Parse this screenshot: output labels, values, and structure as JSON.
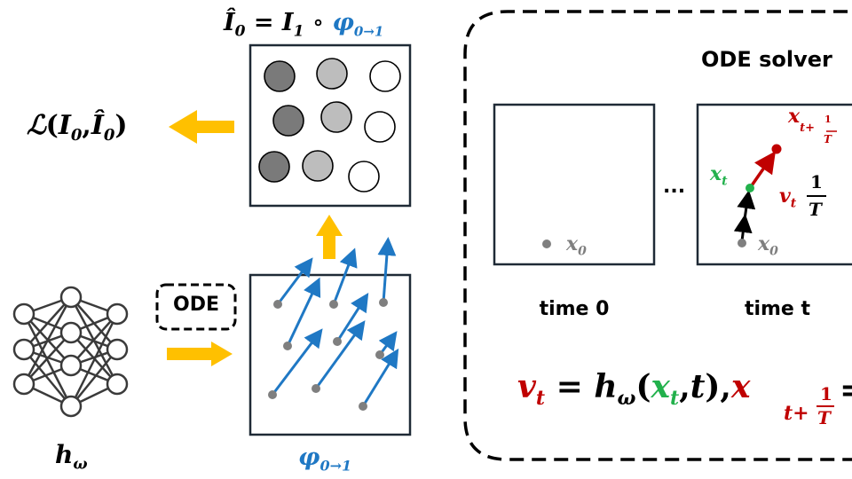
{
  "top_formula": {
    "lhs": "Î",
    "lhs_sub": "0",
    "eq": "=",
    "rhs": "I",
    "rhs_sub": "1",
    "op": "∘",
    "phi": "φ",
    "phi_sub": "0→1"
  },
  "loss": {
    "symbol": "ℒ",
    "open": "(",
    "a": "I",
    "a_sub": "0",
    "comma": ",",
    "b": "Î",
    "b_sub": "0",
    "close": ")"
  },
  "network": {
    "label": "h",
    "label_sub": "ω"
  },
  "ode_box": {
    "label": "ODE"
  },
  "flow_label": {
    "phi": "φ",
    "sub": "0→1"
  },
  "solver": {
    "title": "ODE solver",
    "ellipsis": "...",
    "time0_label": "time 0",
    "timet_label": "time t",
    "x0": "x",
    "x0_sub": "0",
    "xt": "x",
    "xt_sub": "t",
    "xnext": "x",
    "xnext_sub": "t+",
    "frac_num": "1",
    "frac_den": "T",
    "vt": "v",
    "vt_sub": "t",
    "equation": {
      "v": "v",
      "v_sub": "t",
      "eq": "=",
      "h": "h",
      "h_sub": "ω",
      "open": "(",
      "x": "x",
      "x_sub": "t",
      "comma": ",",
      "t": "t",
      "close": ")",
      "sep": ",",
      "xn": "x",
      "xn_sub": "t+",
      "frac_num": "1",
      "frac_den": "T",
      "tail": "="
    }
  },
  "colors": {
    "arrow_yellow": "#ffc000",
    "flow_blue": "#1f78c4",
    "velocity_red": "#c00000",
    "point_green": "#22b14c",
    "point_gray": "#7f7f7f",
    "frame_dark": "#1f2a36"
  }
}
